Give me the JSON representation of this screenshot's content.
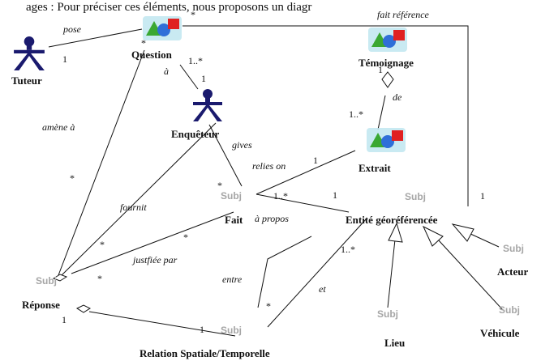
{
  "caption": "ages : Pour préciser ces éléments, nous proposons un diagr",
  "colors": {
    "actor": "#1a1a6e",
    "triangle": "#3aa832",
    "circle": "#2f6fd8",
    "square": "#e02020",
    "icon_bg": "#bfe6f0",
    "subj": "#a6a6a6",
    "line": "#111111"
  },
  "nodes": {
    "tuteur": "Tuteur",
    "question": "Question",
    "temoignage": "Témoignage",
    "enqueteur": "Enquêteur",
    "extrait": "Extrait",
    "fait": "Fait",
    "entite": "Entité géoréférencée",
    "acteur": "Acteur",
    "reponse": "Réponse",
    "relation": "Relation Spatiale/Temporelle",
    "lieu": "Lieu",
    "vehicule": "Véhicule"
  },
  "subj_label": "Subj",
  "edge_labels": {
    "pose": "pose",
    "fait_reference": "fait référence",
    "a": "à",
    "amene_a": "amène à",
    "de": "de",
    "gives": "gives",
    "relies_on": "relies on",
    "fournit": "fournit",
    "a_propos": "à propos",
    "justifiee_par": "justfiée par",
    "entre": "entre",
    "et": "et"
  },
  "multiplicities": {
    "tuteur_pose": "1",
    "question_pose": "*",
    "question_ref": "*",
    "question_a": "1..*",
    "enqueteur_a": "1",
    "temoignage_de": "1",
    "extrait_de": "1..*",
    "extrait_relies": "1",
    "fait_gives": "*",
    "fait_relies": "1..*",
    "entite_fait": "1",
    "entite_ref": "1",
    "reponse_amene": "*",
    "reponse_fournit": "*",
    "fait_justifiee": "*",
    "reponse_justifiee": "*",
    "relation_entre": "*",
    "entite_et": "1..*",
    "reponse_rel": "1",
    "relation_rel": "1"
  }
}
